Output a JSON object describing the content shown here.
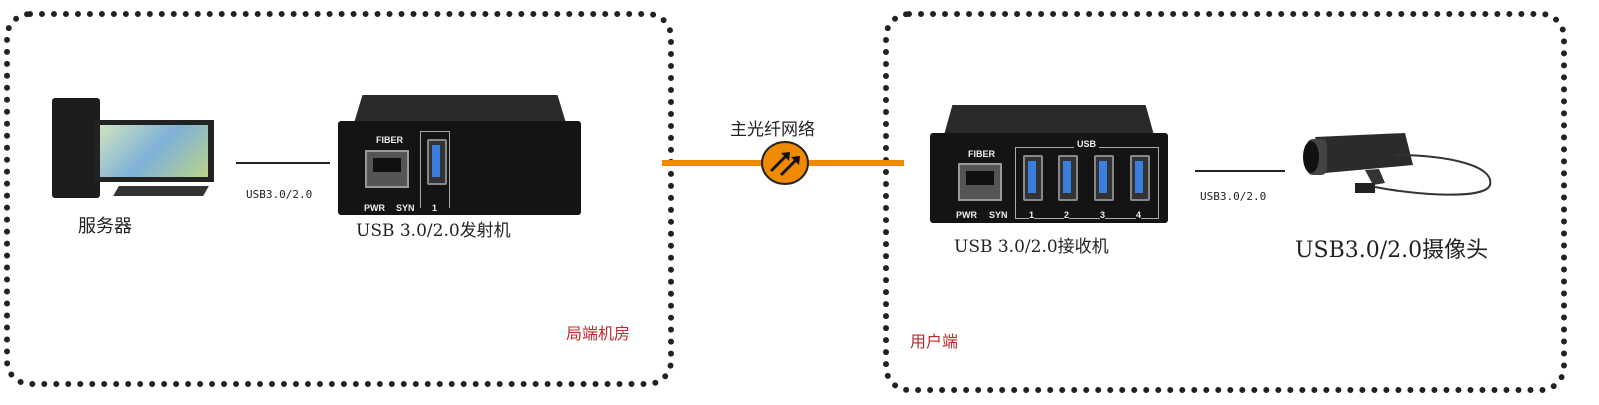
{
  "zones": {
    "local": "局端机房",
    "user": "用户端"
  },
  "network": {
    "label": "主光纤网络",
    "line_color": "#f08a00"
  },
  "server": {
    "label": "服务器",
    "cable": "USB3.0/2.0"
  },
  "transmitter": {
    "label": "USB 3.0/2.0发射机",
    "fiber": "FIBER",
    "pwr": "PWR",
    "syn": "SYN",
    "ports": [
      "1"
    ]
  },
  "receiver": {
    "label": "USB 3.0/2.0接收机",
    "fiber": "FIBER",
    "pwr": "PWR",
    "syn": "SYN",
    "usb": "USB",
    "ports": [
      "1",
      "2",
      "3",
      "4"
    ]
  },
  "camera": {
    "label": "USB3.0/2.0摄像头",
    "cable": "USB3.0/2.0"
  }
}
